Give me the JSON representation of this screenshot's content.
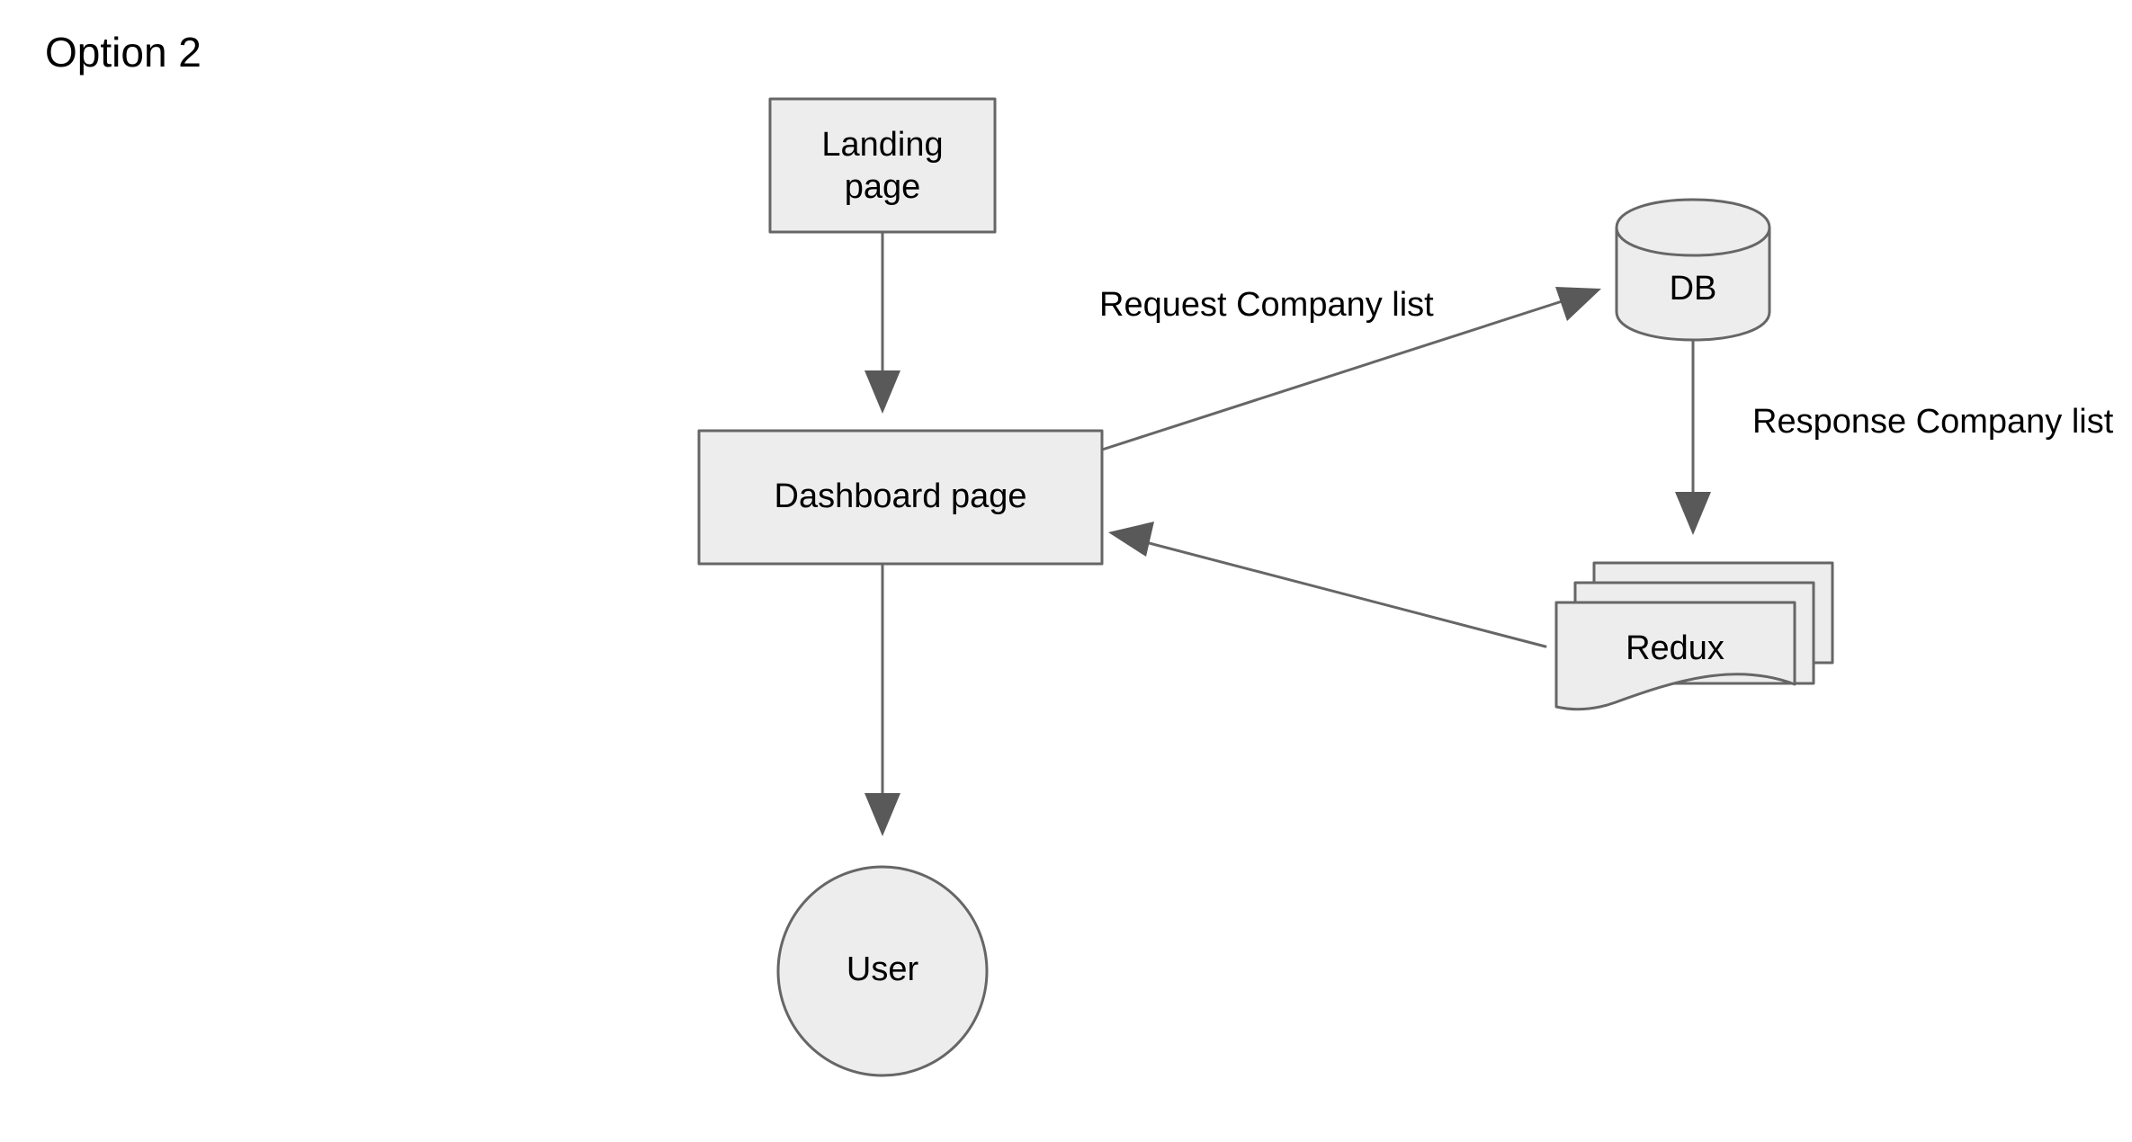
{
  "diagram": {
    "title": "Option 2",
    "nodes": {
      "landing_page": {
        "label_line1": "Landing",
        "label_line2": "page",
        "shape": "rectangle"
      },
      "dashboard_page": {
        "label": "Dashboard page",
        "shape": "rectangle"
      },
      "user": {
        "label": "User",
        "shape": "ellipse"
      },
      "db": {
        "label": "DB",
        "shape": "cylinder"
      },
      "redux": {
        "label": "Redux",
        "shape": "multi-document"
      }
    },
    "edges": {
      "landing_to_dashboard": {
        "label": ""
      },
      "dashboard_to_db": {
        "label": "Request Company list"
      },
      "db_to_redux": {
        "label": "Response Company list"
      },
      "redux_to_dashboard": {
        "label": ""
      },
      "dashboard_to_user": {
        "label": ""
      }
    },
    "colors": {
      "shape_fill": "#ededed",
      "shape_stroke": "#666666",
      "edge_stroke": "#666666",
      "arrow_fill": "#595959",
      "text": "#000000",
      "background": "#ffffff"
    }
  }
}
